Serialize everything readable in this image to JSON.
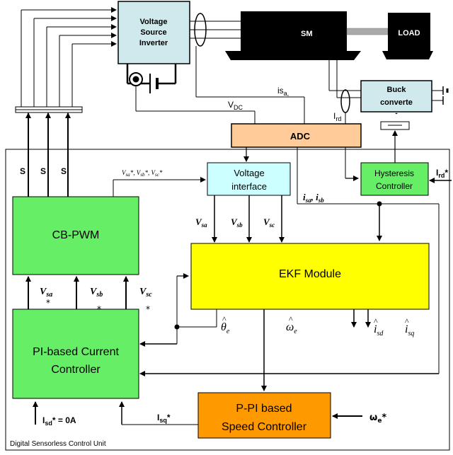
{
  "blocks": {
    "vsi": [
      "Voltage",
      "Source",
      "Inverter"
    ],
    "sm": "SM",
    "load": "LOAD",
    "buck": [
      "Buck",
      "converte"
    ],
    "buck_tail": "-",
    "adc": "ADC",
    "voltage_interface": [
      "Voltage",
      "interface"
    ],
    "hysteresis": [
      "Hysteresis",
      "Controller"
    ],
    "cbpwm": "CB-PWM",
    "ekf": "EKF Module",
    "pi_current": [
      "PI-based Current",
      "Controller"
    ],
    "ppi_speed": [
      "P-PI based",
      "Speed Controller"
    ]
  },
  "frame_label": "Digital Sensorless Control Unit",
  "signals": {
    "isa": "is",
    "isa_sub": "a,",
    "vdc": "V",
    "vdc_sub": "DC",
    "ird": "I",
    "ird_sub": "rd",
    "ird_ref": "I",
    "ird_ref_sub": "rd",
    "ird_ref_star": "*",
    "S": "S",
    "vref_small": "V",
    "vref_small_a": "sa",
    "vref_small_b": "sb",
    "vref_small_c": "sc",
    "vref_small_star": "*, ",
    "vref_small_star_end": "*",
    "vsa": "V",
    "vsa_sub": "sa",
    "vsb": "V",
    "vsb_sub": "sb",
    "vsc": "V",
    "vsc_sub": "sc",
    "isa_isb_i": "i",
    "isa_isb_sa": "sa",
    "isa_isb_comma": ", ",
    "isa_isb_i2": "i",
    "isa_isb_sb": "sb",
    "star": "*",
    "theta": "θ",
    "theta_hat": "^",
    "theta_sub": "e",
    "omega": "ω",
    "omega_hat": "^",
    "omega_sub": "e",
    "isd_hat": "i",
    "isd_sub": "sd",
    "isq_hat": "i",
    "isq_sub": "sq",
    "hat": "^",
    "isd_ref": "I",
    "isd_ref_sub": "sd",
    "isd_ref_val": "* = 0A",
    "isq_ref": "I",
    "isq_ref_sub": "sq",
    "isq_ref_star": "*",
    "we_ref": "ω",
    "we_ref_sub": "e",
    "we_ref_star": "*"
  },
  "colors": {
    "vsi": "#cfe9ec",
    "green": "#66ee66",
    "yellow": "#ffff00",
    "orange": "#ff9900",
    "adc": "#ffcc99",
    "light_cyan": "#ccffff",
    "buck": "#cfe9ec",
    "sm": "#000000",
    "frame_bg": "#ffffff"
  }
}
